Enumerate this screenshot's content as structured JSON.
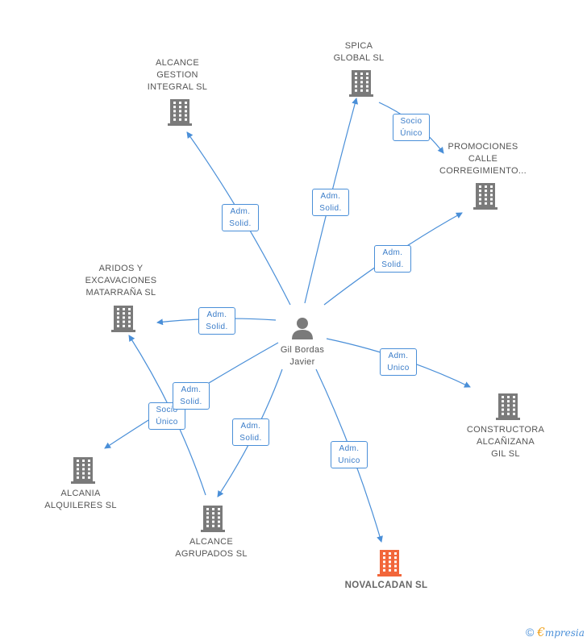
{
  "center": {
    "name_line1": "Gil Bordas",
    "name_line2": "Javier",
    "icon": "person-icon"
  },
  "companies": [
    {
      "id": "spica",
      "lines": [
        "SPICA",
        "GLOBAL SL"
      ]
    },
    {
      "id": "alcance-gestion",
      "lines": [
        "ALCANCE",
        "GESTION",
        "INTEGRAL SL"
      ]
    },
    {
      "id": "promociones",
      "lines": [
        "PROMOCIONES",
        "CALLE",
        "CORREGIMIENTO..."
      ]
    },
    {
      "id": "aridos",
      "lines": [
        "ARIDOS Y",
        "EXCAVACIONES",
        "MATARRAÑA SL"
      ]
    },
    {
      "id": "constructora",
      "lines": [
        "CONSTRUCTORA",
        "ALCAÑIZANA",
        "GIL SL"
      ]
    },
    {
      "id": "alcania",
      "lines": [
        "ALCANIA",
        "ALQUILERES SL"
      ]
    },
    {
      "id": "alcance-agrupados",
      "lines": [
        "ALCANCE",
        "AGRUPADOS SL"
      ]
    },
    {
      "id": "novalcadan",
      "lines": [
        "NOVALCADAN SL"
      ],
      "focus": true
    }
  ],
  "relations": [
    {
      "line1": "Adm.",
      "line2": "Solid."
    },
    {
      "line1": "Adm.",
      "line2": "Solid."
    },
    {
      "line1": "Socio",
      "line2": "Único"
    },
    {
      "line1": "Adm.",
      "line2": "Solid."
    },
    {
      "line1": "Adm.",
      "line2": "Solid."
    },
    {
      "line1": "Adm.",
      "line2": "Unico"
    },
    {
      "line1": "Adm.",
      "line2": "Solid."
    },
    {
      "line1": "Socio",
      "line2": "Único"
    },
    {
      "line1": "Adm.",
      "line2": "Solid."
    },
    {
      "line1": "Adm.",
      "line2": "Unico"
    }
  ],
  "colors": {
    "edge": "#4a8fd8",
    "building": "#7a7a7a",
    "focus_building": "#f2663a",
    "person": "#7a7a7a"
  },
  "footer": {
    "copyright_symbol": "©",
    "brand_initial": "€",
    "brand_rest": "mpresia"
  }
}
